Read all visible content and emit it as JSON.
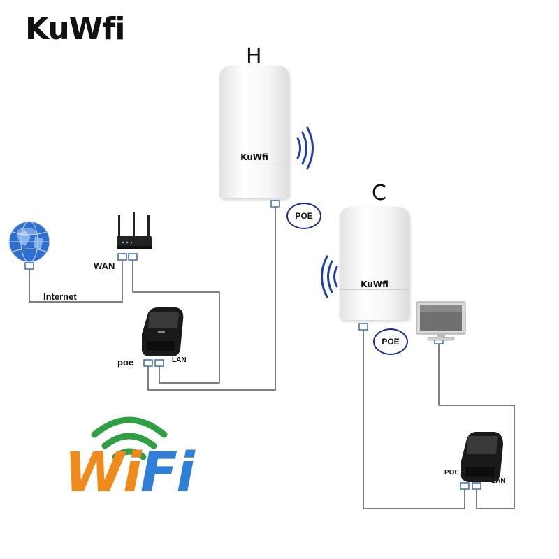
{
  "brand": "KuWfi",
  "labels": {
    "access_point_h": "H",
    "access_point_c": "C",
    "poe_h": "POE",
    "poe_c": "POE",
    "wan": "WAN",
    "internet": "Internet",
    "injector_left_poe": "poe",
    "injector_left_lan": "LAN",
    "injector_right_poe": "POE",
    "injector_right_lan": "LAN",
    "device_h_brand": "KuWfi",
    "device_c_brand": "KuWfi"
  },
  "wifi_logo": {
    "letters": [
      "W",
      "i",
      "F",
      "i"
    ],
    "colors": {
      "orange": "#f08a1c",
      "blue": "#2f7fd6",
      "green": "#2ea043"
    }
  },
  "icons": [
    "globe-icon",
    "router-icon",
    "poe-injector-icon",
    "monitor-icon",
    "signal-waves-icon",
    "ethernet-port-icon",
    "wifi-logo-icon"
  ],
  "colors": {
    "wire": "#444444",
    "bubble_border": "#1d2a8a",
    "port": "#3a6fb0"
  }
}
